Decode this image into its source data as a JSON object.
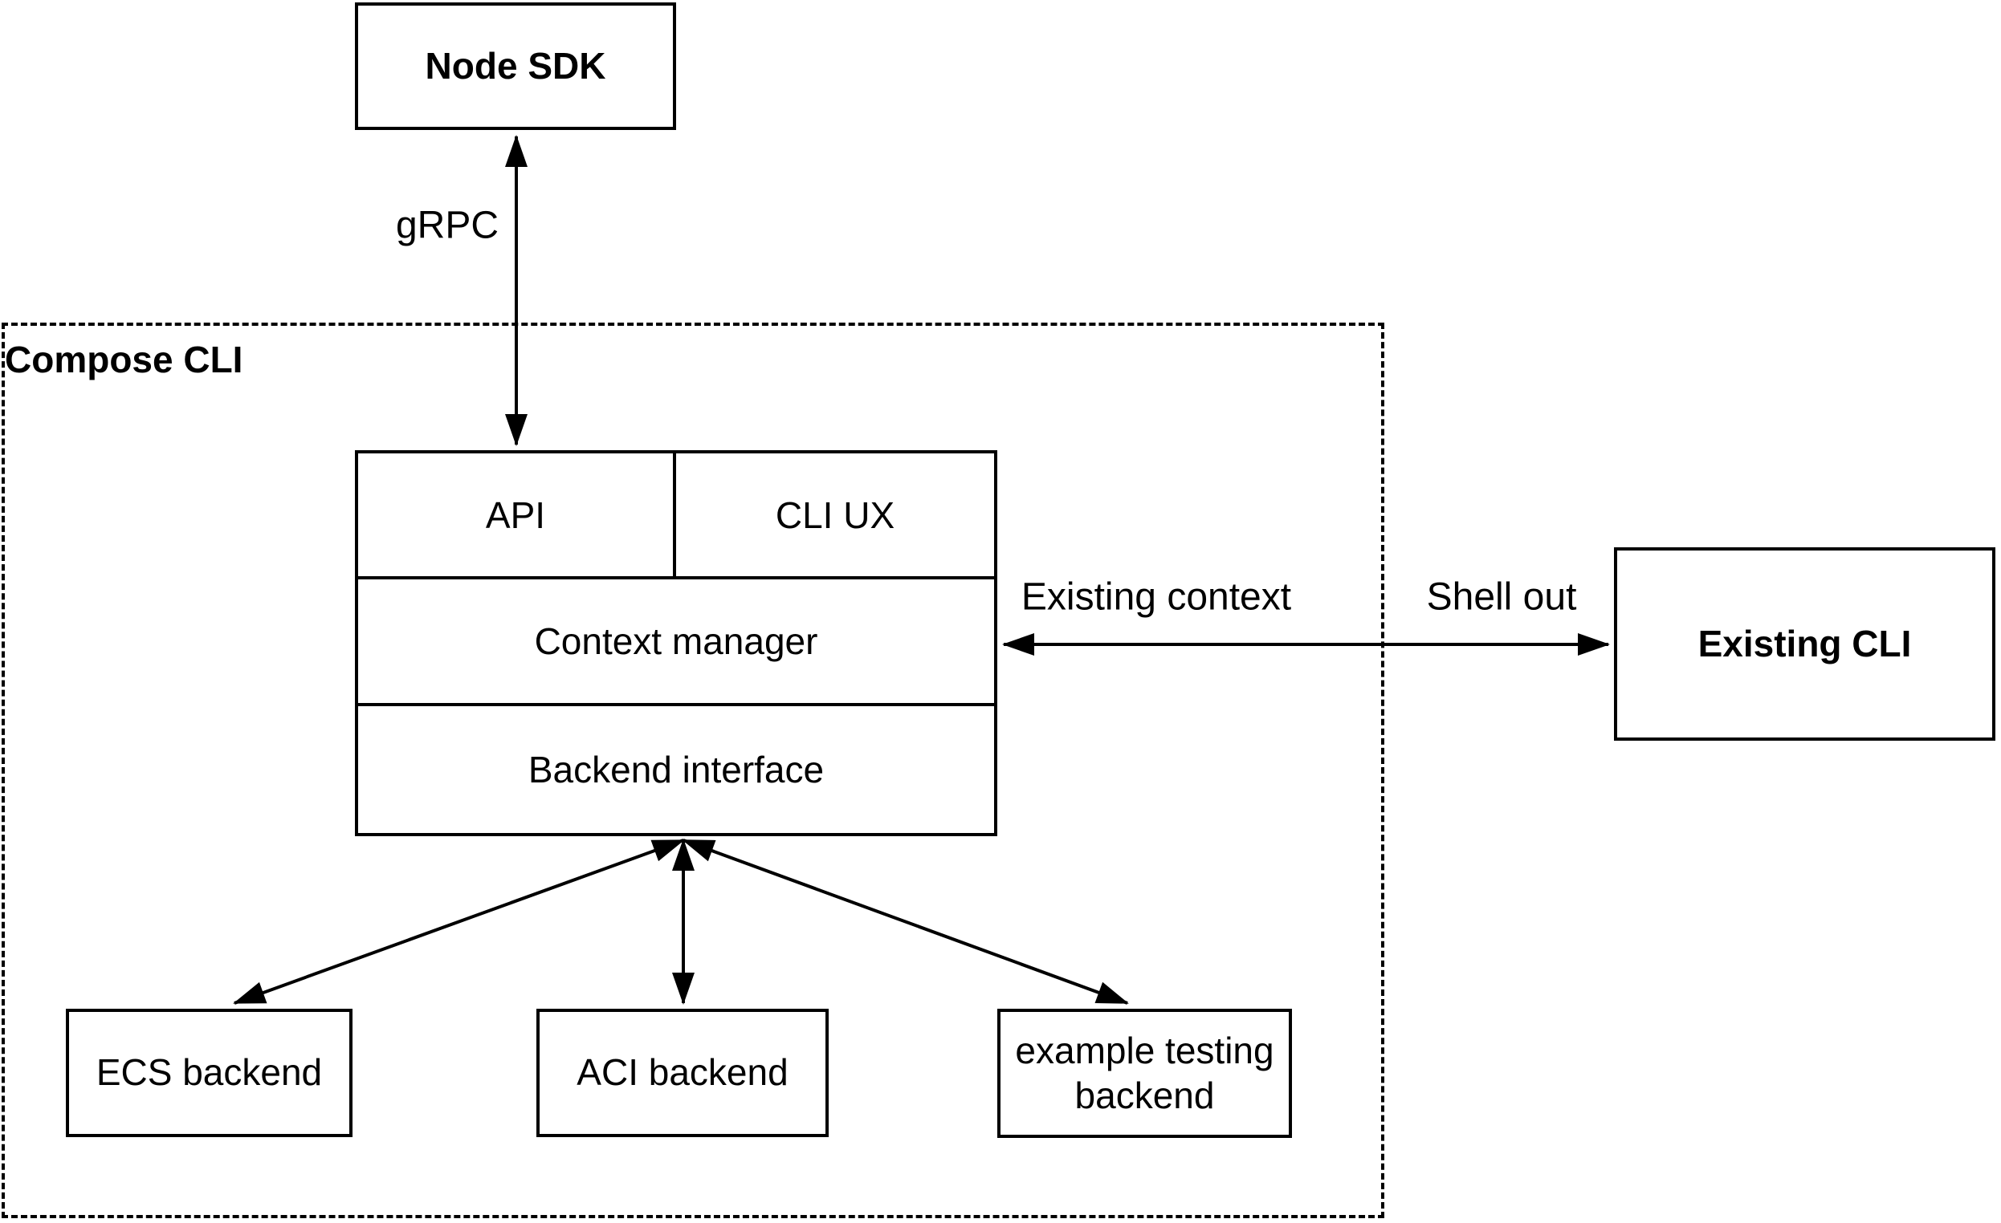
{
  "diagram": {
    "container": {
      "label": "Compose CLI"
    },
    "nodes": {
      "node_sdk": {
        "label": "Node SDK"
      },
      "api": {
        "label": "API"
      },
      "cli_ux": {
        "label": "CLI UX"
      },
      "context_manager": {
        "label": "Context manager"
      },
      "backend_interface": {
        "label": "Backend interface"
      },
      "ecs_backend": {
        "label": "ECS backend"
      },
      "aci_backend": {
        "label": "ACI backend"
      },
      "example_testing_backend": {
        "line1": "example testing",
        "line2": "backend"
      },
      "existing_cli": {
        "label": "Existing CLI"
      }
    },
    "edge_labels": {
      "grpc": "gRPC",
      "existing_context": "Existing context",
      "shell_out": "Shell out"
    },
    "colors": {
      "stroke": "#000000",
      "background": "#ffffff"
    }
  }
}
